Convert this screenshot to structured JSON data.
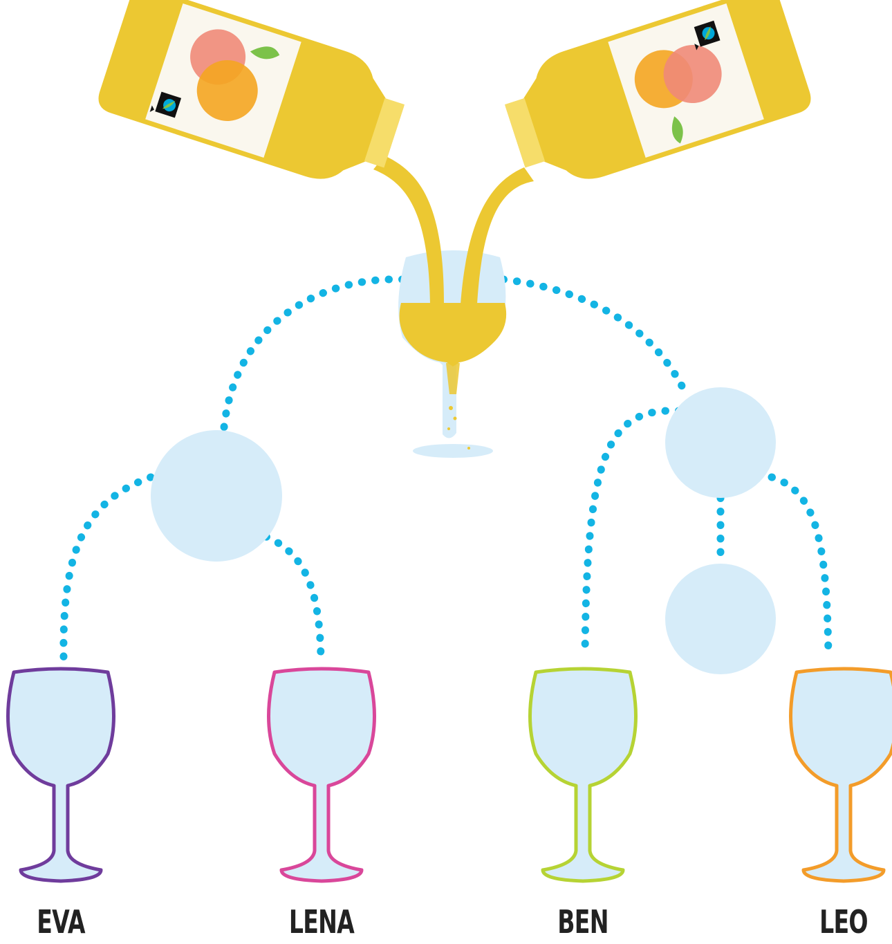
{
  "colors": {
    "juice": "#ecc832",
    "glass_fill": "#d6ecf9",
    "dots": "#13b4e4",
    "label_text": "#222222",
    "fruit_peach": "#f08a78",
    "fruit_orange": "#f4a521",
    "leaf": "#7cc24a"
  },
  "bottles": [
    {
      "name": "left",
      "logo": "fairtrade-mark"
    },
    {
      "name": "right",
      "logo": "fairtrade-mark"
    }
  ],
  "recipients": [
    {
      "name": "EVA",
      "color": "#6f3c9c"
    },
    {
      "name": "LENA",
      "color": "#d9479a"
    },
    {
      "name": "BEN",
      "color": "#b6d334"
    },
    {
      "name": "LEO",
      "color": "#f39c2a"
    }
  ]
}
